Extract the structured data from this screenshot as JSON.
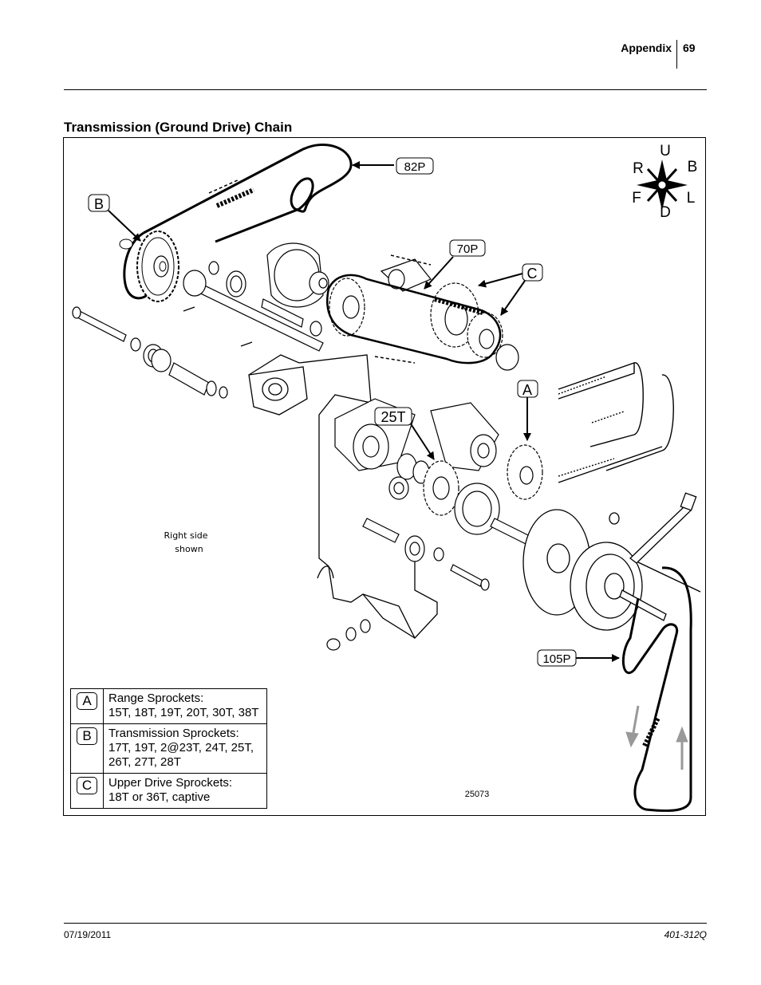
{
  "header": {
    "section": "Appendix",
    "page_number": "69"
  },
  "section_title": "Transmission (Ground Drive) Chain",
  "figure": {
    "callouts": {
      "a": "A",
      "b": "B",
      "c": "C",
      "p82": "82P",
      "p70": "70P",
      "t25": "25T",
      "p105": "105P"
    },
    "compass": {
      "up": "U",
      "down": "D",
      "right": "R",
      "back": "B",
      "front": "F",
      "left": "L"
    },
    "note_line1": "Right side",
    "note_line2": "shown",
    "figure_number": "25073"
  },
  "legend": [
    {
      "key": "A",
      "line1": "Range Sprockets:",
      "line2": "15T, 18T, 19T, 20T, 30T, 38T",
      "line3": ""
    },
    {
      "key": "B",
      "line1": "Transmission Sprockets:",
      "line2": "17T, 19T, 2@23T, 24T, 25T,",
      "line3": "26T, 27T, 28T"
    },
    {
      "key": "C",
      "line1": "Upper Drive Sprockets:",
      "line2": "18T or 36T, captive",
      "line3": ""
    }
  ],
  "footer": {
    "date": "07/19/2011",
    "doc_number": "401-312Q"
  }
}
